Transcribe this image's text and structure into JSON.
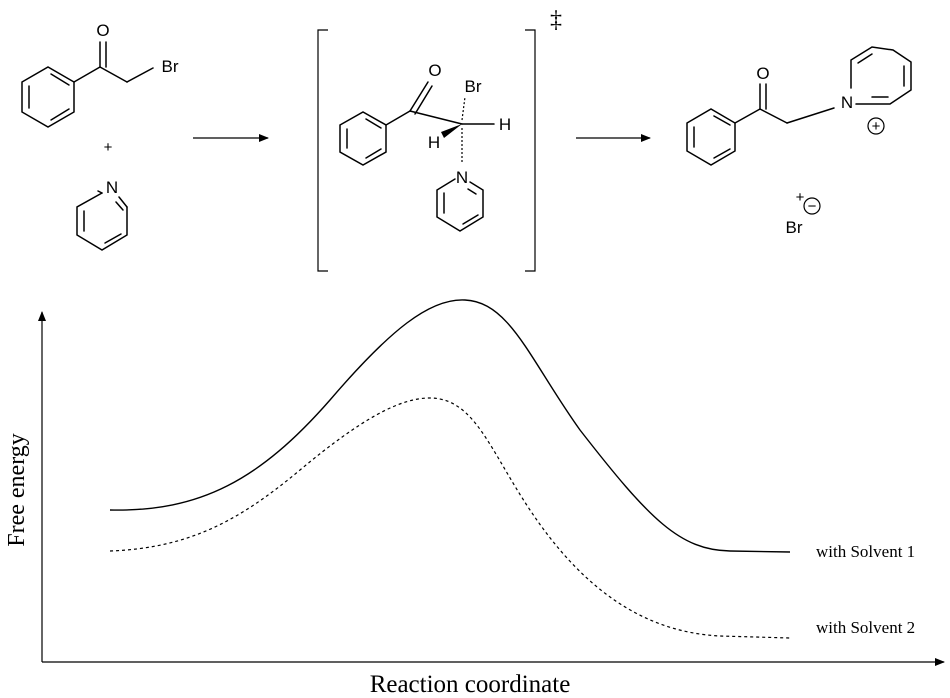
{
  "scheme": {
    "reactant_1": {
      "oxygen": "O",
      "bromine": "Br"
    },
    "plus_sign": "+",
    "reactant_2": {
      "nitrogen": "N"
    },
    "transition_state": {
      "oxygen": "O",
      "bromine": "Br",
      "hydrogen_left": "H",
      "hydrogen_right": "H",
      "nitrogen": "N",
      "symbol": "‡"
    },
    "product": {
      "oxygen": "O",
      "nitrogen": "N",
      "positive_charge": "+",
      "plus_sign": "+",
      "bromide": "Br",
      "negative_charge": "−"
    }
  },
  "energy_diagram": {
    "y_axis_label": "Free energy",
    "x_axis_label": "Reaction coordinate",
    "curves": [
      {
        "name": "with Solvent 1",
        "line_style": "solid"
      },
      {
        "name": "with Solvent 2",
        "line_style": "dashed"
      }
    ]
  }
}
